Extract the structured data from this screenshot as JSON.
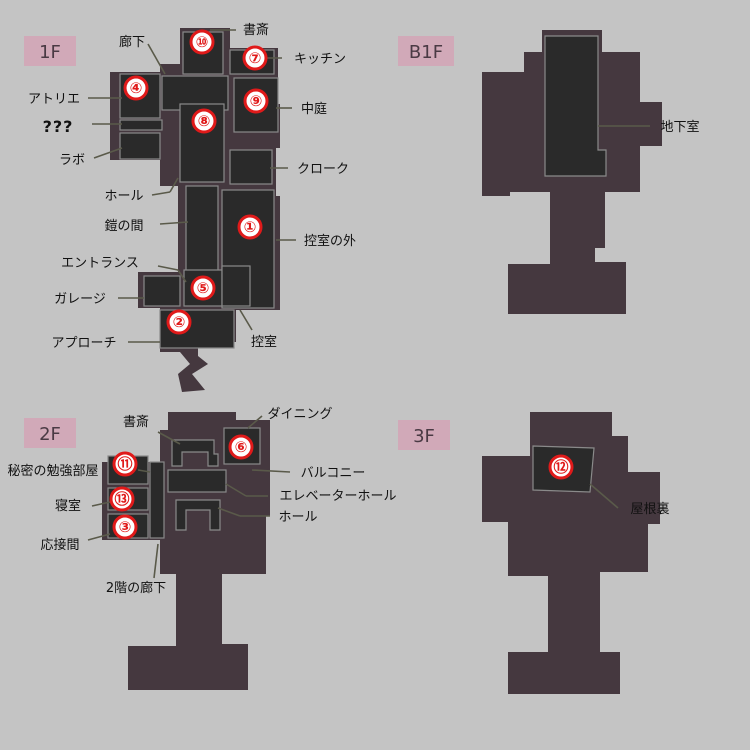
{
  "floors": {
    "f1": "1F",
    "b1": "B1F",
    "f2": "2F",
    "f3": "3F"
  },
  "labels": {
    "corridor": "廊下",
    "study": "書斎",
    "kitchen": "キッチン",
    "atelier": "アトリエ",
    "unknown": "???",
    "courtyard": "中庭",
    "lab": "ラボ",
    "cloak": "クローク",
    "hall": "ホール",
    "armor": "鎧の間",
    "anteroom_outside": "控室の外",
    "entrance": "エントランス",
    "garage": "ガレージ",
    "approach": "アプローチ",
    "anteroom": "控室",
    "basement": "地下室",
    "study2": "書斎",
    "dining": "ダイニング",
    "secret_study": "秘密の勉強部屋",
    "balcony": "バルコニー",
    "elevator_hall": "エレベーターホール",
    "bedroom": "寝室",
    "hall2": "ホール",
    "reception": "応接間",
    "corridor2": "2階の廊下",
    "attic": "屋根裏"
  },
  "markers": [
    "①",
    "②",
    "③",
    "④",
    "⑤",
    "⑥",
    "⑦",
    "⑧",
    "⑨",
    "⑩",
    "⑪",
    "⑫",
    "⑬"
  ],
  "colors": {
    "background": "#c4c4c4",
    "building": "#45383f",
    "room": "#2a2a2a",
    "marker": "#e01a1a",
    "floor_tag": "#d1a9b8"
  }
}
